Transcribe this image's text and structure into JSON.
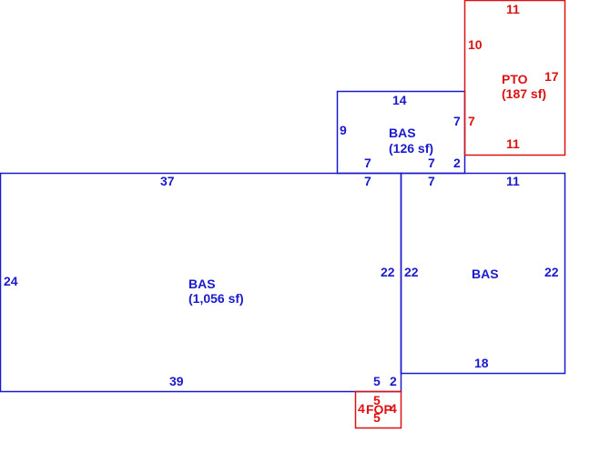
{
  "colors": {
    "living": "#1a1acc",
    "other": "#dd1111",
    "background": "#ffffff"
  },
  "areas": {
    "main_bas": {
      "code": "BAS",
      "area": "(1,056 sf)"
    },
    "upper_bas": {
      "code": "BAS",
      "area": "(126 sf)"
    },
    "right_bas": {
      "code": "BAS"
    },
    "pto": {
      "code": "PTO",
      "area": "(187 sf)"
    },
    "fop": {
      "code": "FOP"
    }
  },
  "dimensions": {
    "main_top": "37",
    "main_bottom": "39",
    "main_left": "24",
    "main_right": "22",
    "main_notch_top": "7",
    "main_notch_bottom_a": "5",
    "main_notch_bottom_b": "2",
    "upper_top": "14",
    "upper_left": "9",
    "upper_right": "7",
    "upper_bottom_a": "7",
    "upper_bottom_b": "7",
    "upper_bottom_c": "2",
    "right_top_a": "7",
    "right_top_b": "11",
    "right_left": "22",
    "right_right": "22",
    "right_bottom": "18",
    "pto_top": "11",
    "pto_left": "10",
    "pto_right": "17",
    "pto_left_lower": "7",
    "pto_bottom": "11",
    "fop_top": "5",
    "fop_bottom": "5",
    "fop_left": "4",
    "fop_right": "4"
  }
}
